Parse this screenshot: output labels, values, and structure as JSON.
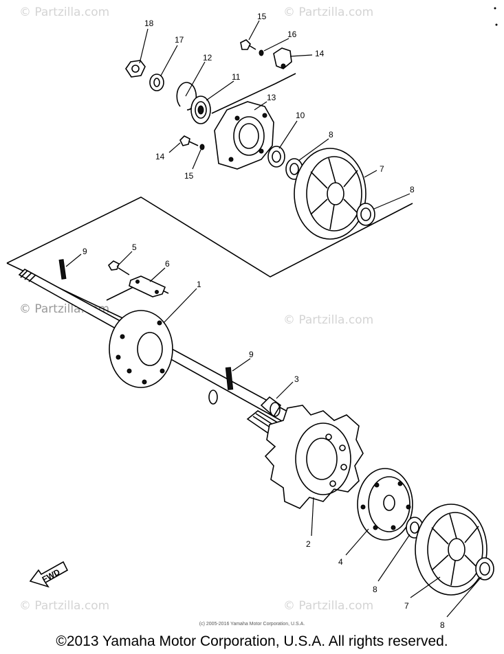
{
  "watermarks": [
    "© Partzilla.com",
    "© Partzilla.com",
    "© Partzilla.com",
    "© Partzilla.com",
    "© Partzilla.com",
    "© Partzilla.com"
  ],
  "callouts": [
    "18",
    "17",
    "12",
    "11",
    "15",
    "16",
    "14",
    "13",
    "10",
    "8",
    "7",
    "8",
    "14",
    "15",
    "9",
    "5",
    "6",
    "1",
    "9",
    "3",
    "2",
    "4",
    "8",
    "7",
    "8"
  ],
  "fwd_label": "FWD",
  "footer": {
    "small_copyright": "(c) 2005-2016 Yamaha Motor Corporation, U.S.A.",
    "main_copyright": "©2013 Yamaha Motor Corporation, U.S.A. All rights reserved."
  }
}
